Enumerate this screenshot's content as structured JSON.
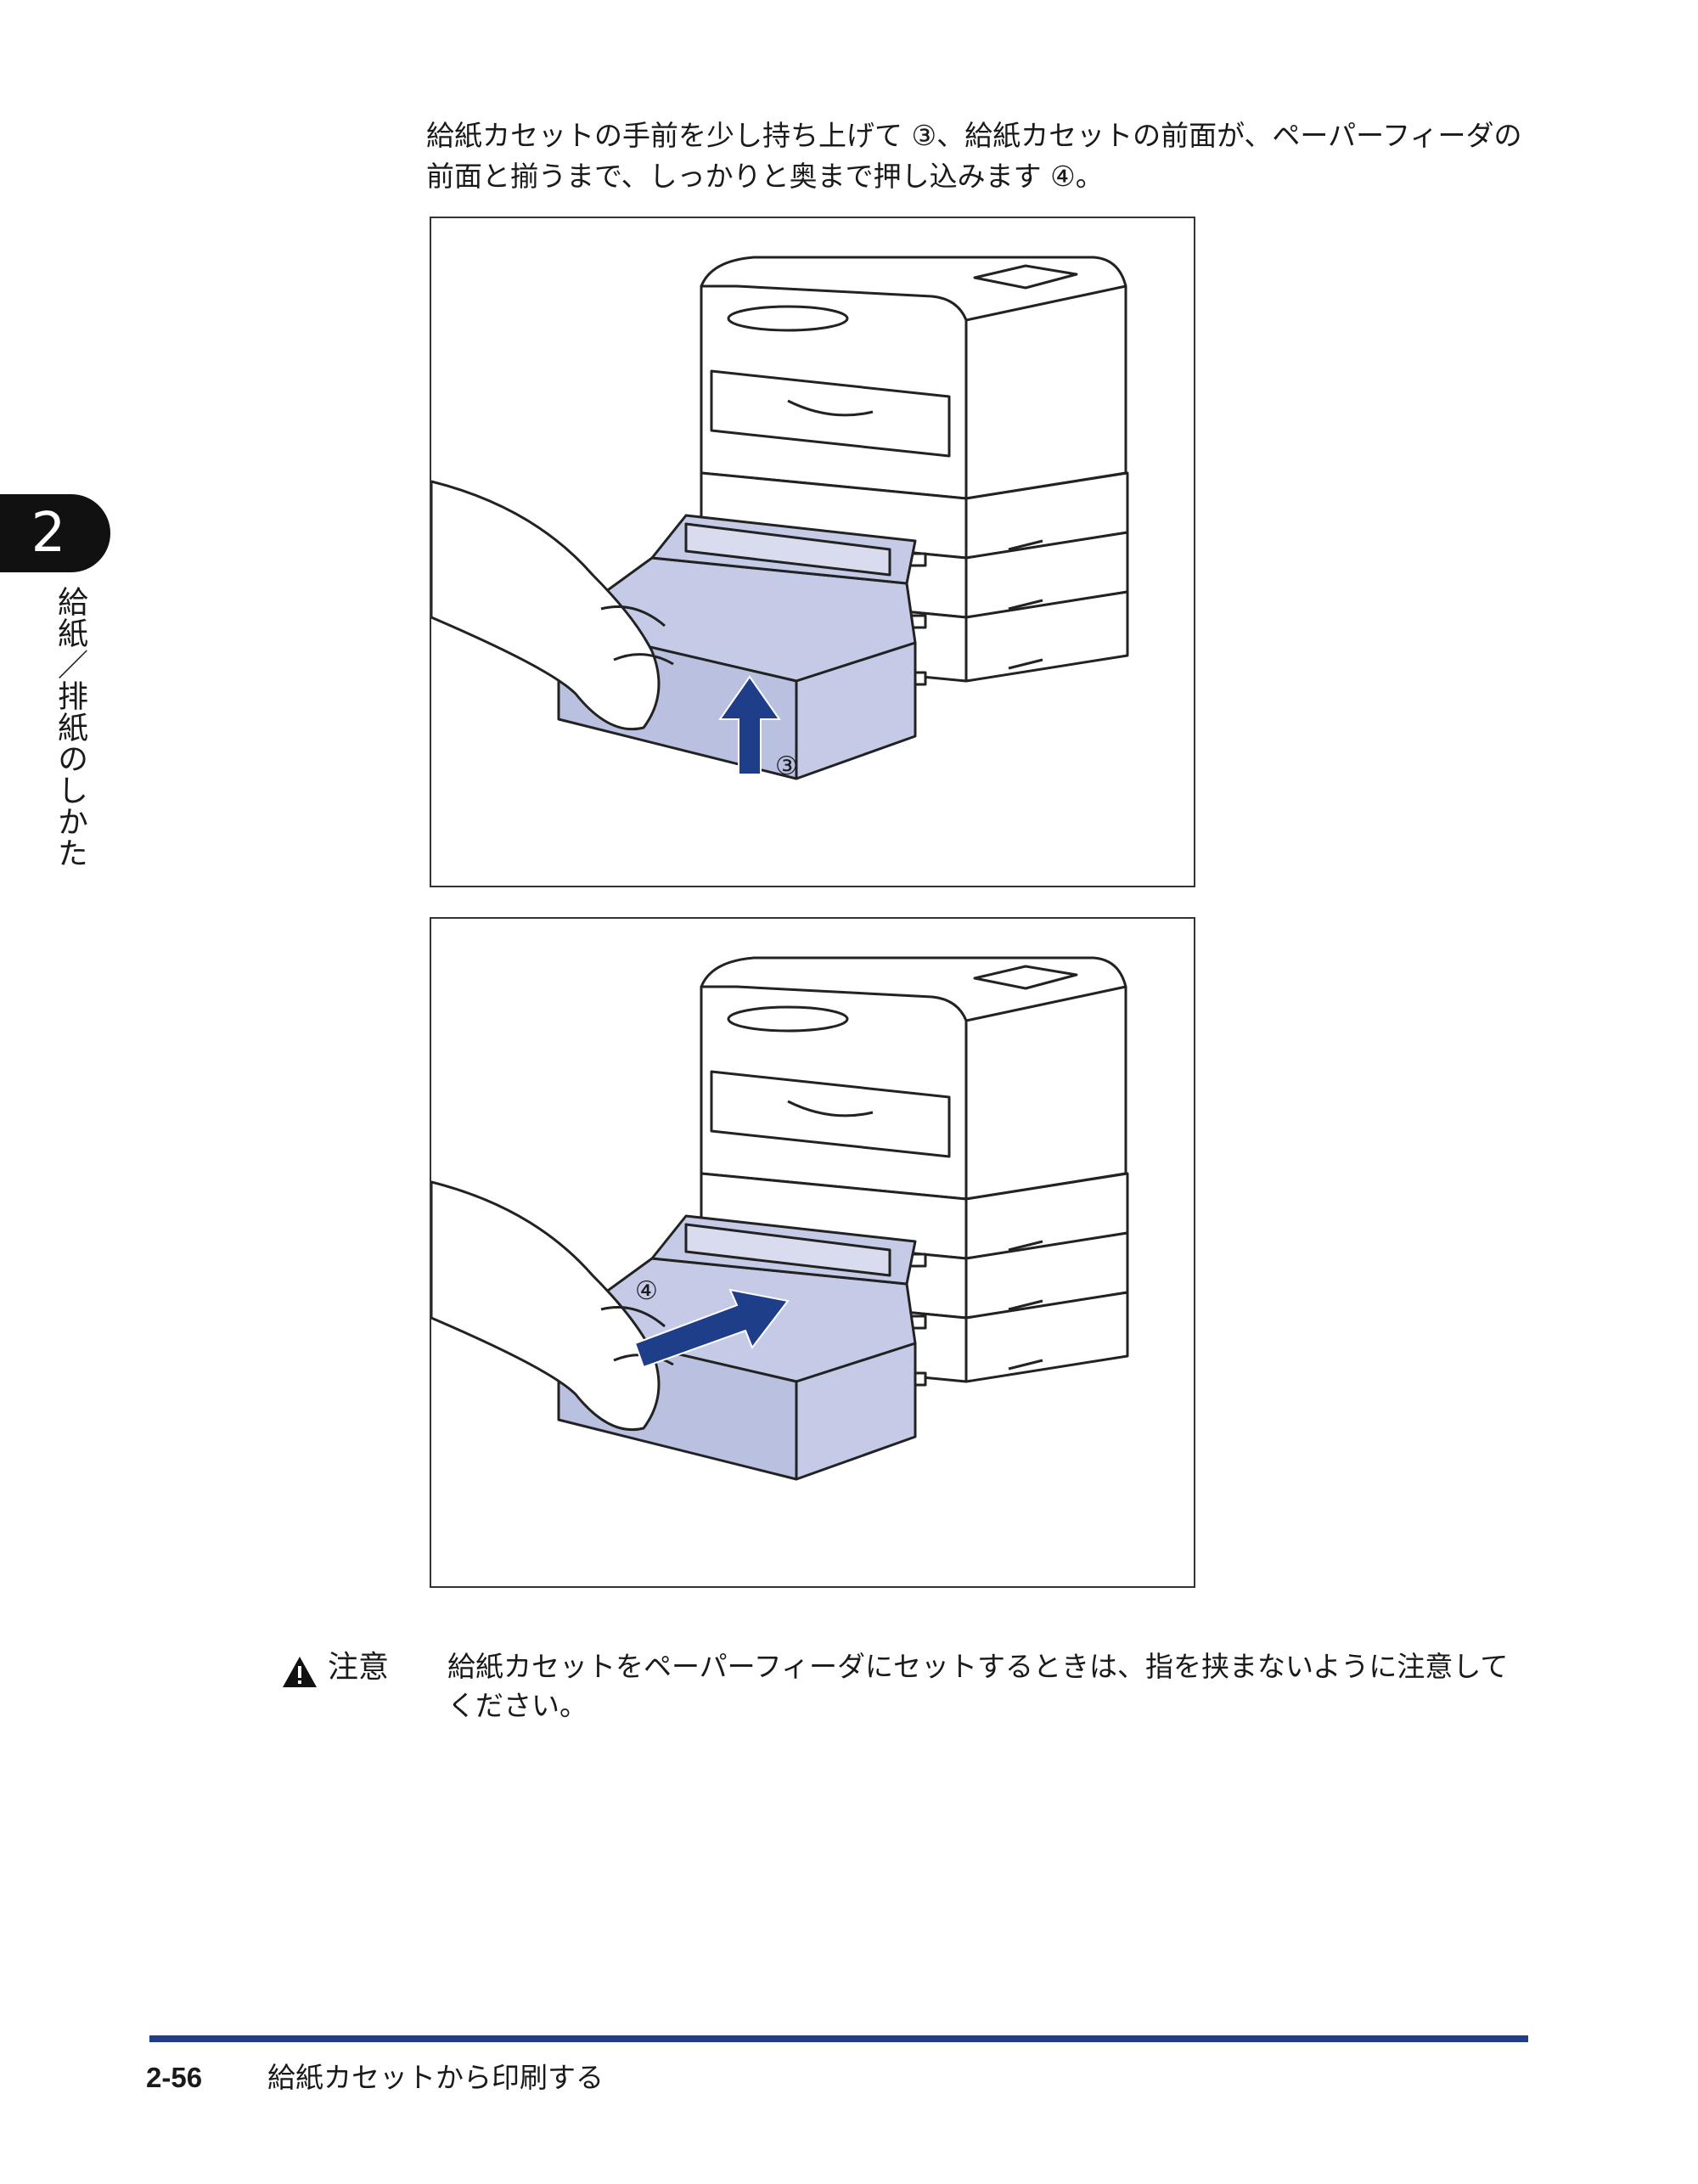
{
  "chapter": {
    "number": "2",
    "title": "給紙／排紙のしかた"
  },
  "instruction": {
    "text": "給紙カセットの手前を少し持ち上げて ③、給紙カセットの前面が、ペーパーフィーダの前面と揃うまで、しっかりと奥まで押し込みます ④。"
  },
  "figures": [
    {
      "step_label": "③",
      "arrow": "up",
      "arrow_color": "#1f3e8a",
      "tray_color": "#c5cbe6"
    },
    {
      "step_label": "④",
      "arrow": "into-printer",
      "arrow_color": "#1f3e8a",
      "tray_color": "#c5cbe6"
    }
  ],
  "caution": {
    "icon": "warning-triangle-icon",
    "label": "注意",
    "text": "給紙カセットをペーパーフィーダにセットするときは、指を挟まないように注意してください。"
  },
  "footer": {
    "page_number": "2-56",
    "title": "給紙カセットから印刷する",
    "rule_color": "#1f3e8a"
  }
}
